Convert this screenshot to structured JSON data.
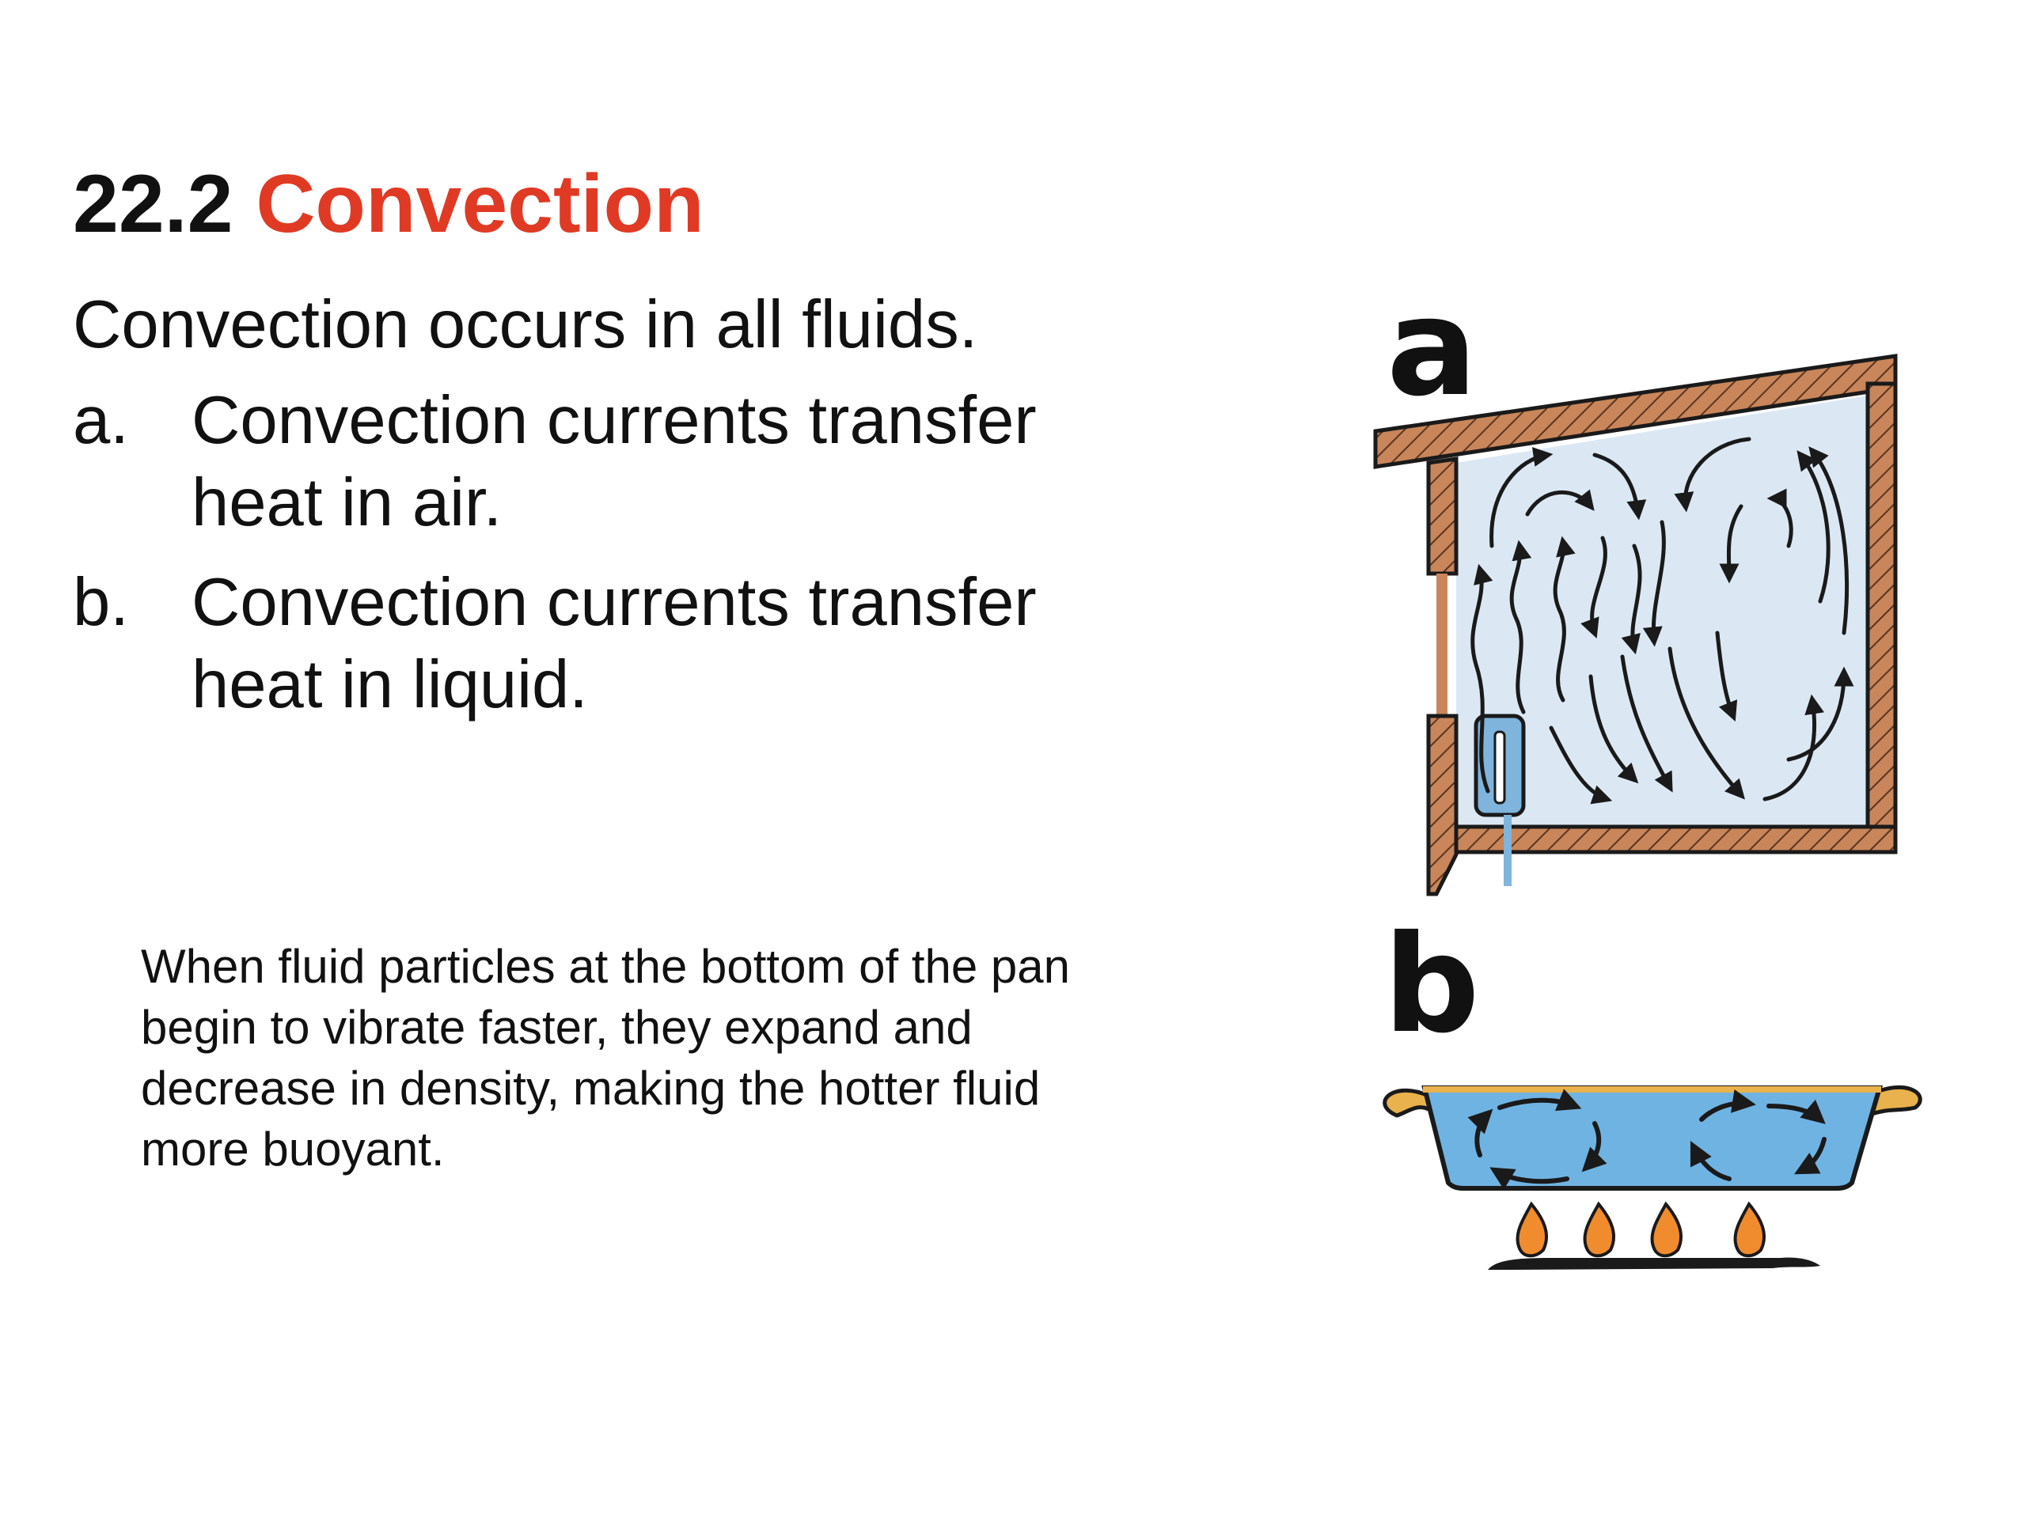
{
  "slide": {
    "title_number": "22.2",
    "title_word": "Convection",
    "intro": "Convection occurs in all fluids.",
    "items": [
      {
        "marker": "a.",
        "text": "Convection currents transfer heat in air."
      },
      {
        "marker": "b.",
        "text": "Convection currents transfer heat in liquid."
      }
    ],
    "note": "When fluid particles at the bottom of the pan begin to vibrate faster, they expand and decrease in density, making the hotter fluid more buoyant."
  },
  "figures": {
    "a": {
      "label": "a"
    },
    "b": {
      "label": "b"
    }
  },
  "colors": {
    "title_accent": "#e03a24",
    "wall_brown": "#c8865a",
    "air_blue": "#dbe8f4",
    "water_blue": "#6fb3e3",
    "heater_blue": "#7fb4dc",
    "flame_orange": "#f08c2e",
    "handle_gold": "#e9b24c"
  }
}
